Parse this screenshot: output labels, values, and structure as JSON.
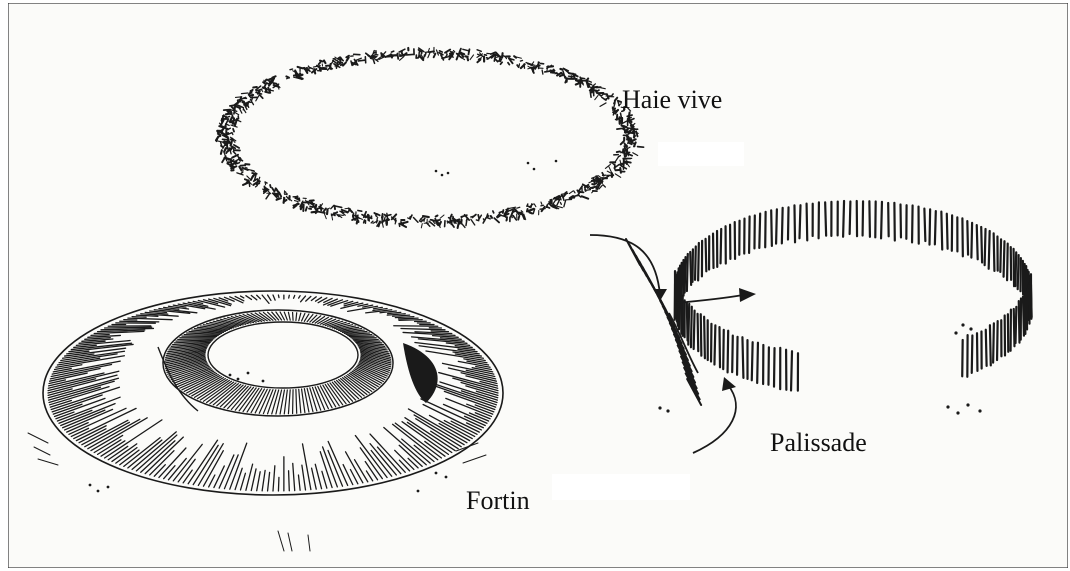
{
  "labels": {
    "haie_vive": "Haie vive",
    "palissade": "Palissade",
    "fortin": "Fortin"
  },
  "colors": {
    "ink": "#1a1a1a",
    "paper": "#fbfbf9"
  }
}
